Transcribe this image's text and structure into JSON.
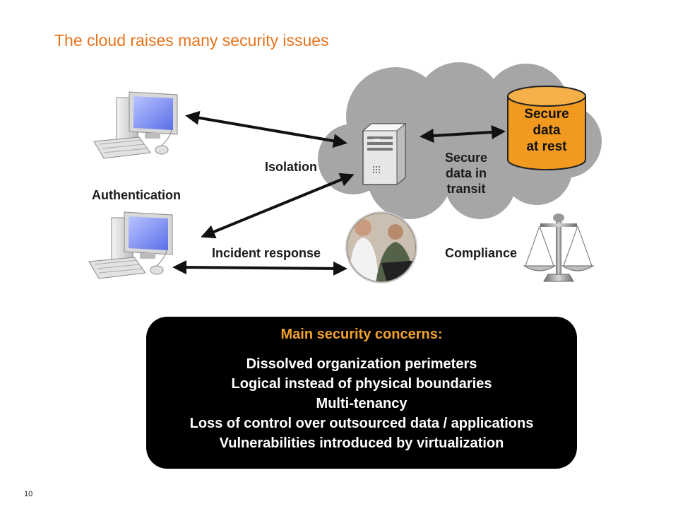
{
  "slide": {
    "title": "The cloud raises many security issues",
    "page_number": "10"
  },
  "diagram": {
    "labels": {
      "isolation": "Isolation",
      "authentication": "Authentication",
      "incident_response": "Incident response",
      "compliance": "Compliance",
      "transit_line1": "Secure",
      "transit_line2": "data in",
      "transit_line3": "transit",
      "rest_line1": "Secure",
      "rest_line2": "data",
      "rest_line3": "at rest"
    },
    "icons": [
      "desktop-computer-icon",
      "server-icon",
      "database-icon",
      "people-photo-icon",
      "scales-icon"
    ],
    "colors": {
      "title": "#e8731c",
      "cloud": "#a6a6a6",
      "database": "#f29a1f",
      "concerns_heading": "#f3a22e",
      "concerns_box": "#000000"
    }
  },
  "concerns": {
    "heading": "Main security concerns:",
    "items": [
      "Dissolved organization perimeters",
      "Logical instead of physical boundaries",
      "Multi-tenancy",
      "Loss of control over outsourced data / applications",
      "Vulnerabilities introduced by virtualization"
    ]
  }
}
